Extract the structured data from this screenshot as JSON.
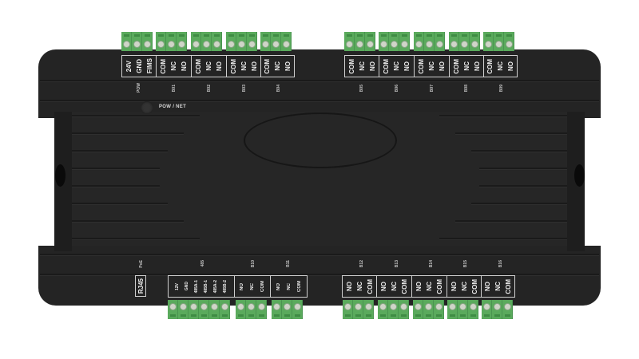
{
  "device": {
    "led_label": "POW / NET",
    "colors": {
      "body": "#242424",
      "terminal_green": "#5aaa5c",
      "label_border": "#d0d0d0",
      "label_text": "#f0f0f0"
    },
    "top": {
      "groups": [
        {
          "name": "POW",
          "pins": [
            "24V",
            "GND",
            "FIMS"
          ]
        },
        {
          "name": "B01",
          "pins": [
            "COM",
            "NC",
            "NO"
          ]
        },
        {
          "name": "B02",
          "pins": [
            "COM",
            "NC",
            "NO"
          ]
        },
        {
          "name": "B03",
          "pins": [
            "COM",
            "NC",
            "NO"
          ]
        },
        {
          "name": "B04",
          "pins": [
            "COM",
            "NC",
            "NO"
          ]
        },
        {
          "name": "B05",
          "pins": [
            "COM",
            "NC",
            "NO"
          ]
        },
        {
          "name": "B06",
          "pins": [
            "COM",
            "NC",
            "NO"
          ]
        },
        {
          "name": "B07",
          "pins": [
            "COM",
            "NC",
            "NO"
          ]
        },
        {
          "name": "B08",
          "pins": [
            "COM",
            "NC",
            "NO"
          ]
        },
        {
          "name": "B09",
          "pins": [
            "COM",
            "NC",
            "NO"
          ]
        }
      ]
    },
    "bottom": {
      "rj45": {
        "name": "PoE",
        "label": "RJ45"
      },
      "groups": [
        {
          "name": "485",
          "pins": [
            "12V",
            "GND",
            "485A-1",
            "485B-1",
            "485A-2",
            "485B-2"
          ]
        },
        {
          "name": "B10",
          "pins": [
            "NO",
            "NC",
            "COM"
          ]
        },
        {
          "name": "B11",
          "pins": [
            "NO",
            "NC",
            "COM"
          ]
        },
        {
          "name": "B12",
          "pins": [
            "NO",
            "NC",
            "COM"
          ]
        },
        {
          "name": "B13",
          "pins": [
            "NO",
            "NC",
            "COM"
          ]
        },
        {
          "name": "B14",
          "pins": [
            "NO",
            "NC",
            "COM"
          ]
        },
        {
          "name": "B15",
          "pins": [
            "NO",
            "NC",
            "COM"
          ]
        },
        {
          "name": "B16",
          "pins": [
            "NO",
            "NC",
            "COM"
          ]
        }
      ]
    }
  }
}
